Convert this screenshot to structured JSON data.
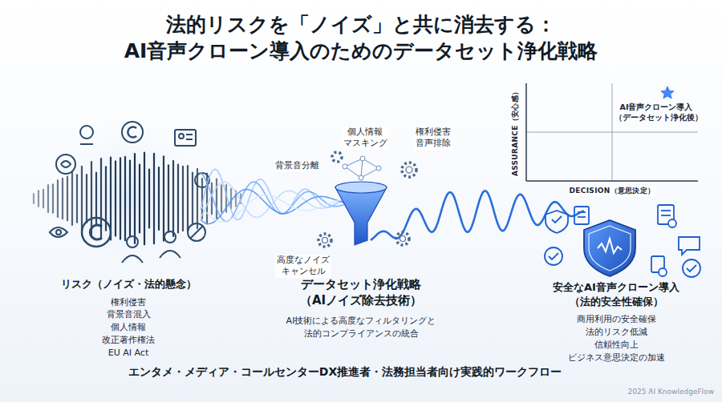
{
  "diagram": {
    "title": "法的リスクを「ノイズ」と共に消去する： AI音声クローン導入のためのデータセット浄化戦略",
    "caption": "エンタメ・メディア・コールセンターDX推進者・法務担当者向け実践的ワークフロー",
    "nodes": [
      {
        "text": [
          "リスク（ノイズ・法的懸念）",
          "権利侵害",
          "背景音混入",
          "個人情報",
          "改正著作権法",
          "EU AI Act"
        ]
      },
      {
        "text": [
          "データセット浄化戦略 （AIノイズ除去技術）",
          "AI技術による高度なフィルタリングと 法的コンプライアンスの統合"
        ]
      },
      {
        "text": [
          "安全なAI音声クローン導入 （法的安全性確保）",
          "商用利用の安全確保",
          "法的リスク低減",
          "信頼性向上",
          "ビジネス意思決定の加速"
        ]
      },
      {
        "text": [
          "AI音声クローン導入 （データセット浄化後）"
        ]
      }
    ],
    "labels": [
      "背景音分離",
      "個人情報 マスキング",
      "権利侵害 音声排除",
      "高度なノイズ キャンセル",
      "ASSURANCE（安心感）",
      "DECISION（意思決定）",
      "2025 AI KnowledgeFlow"
    ]
  }
}
